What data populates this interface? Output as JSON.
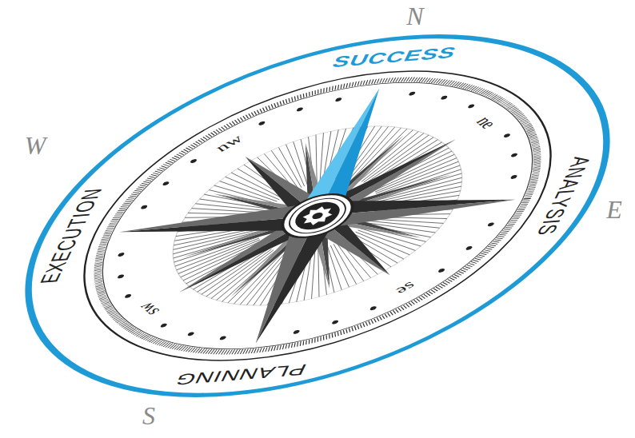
{
  "diagram": {
    "labels": [
      "N",
      "SUCCESS",
      "nw",
      "ne",
      "EXECUTION",
      "W",
      "ANALYSIS",
      "E",
      "sw",
      "se",
      "PLANNING",
      "S"
    ]
  }
}
